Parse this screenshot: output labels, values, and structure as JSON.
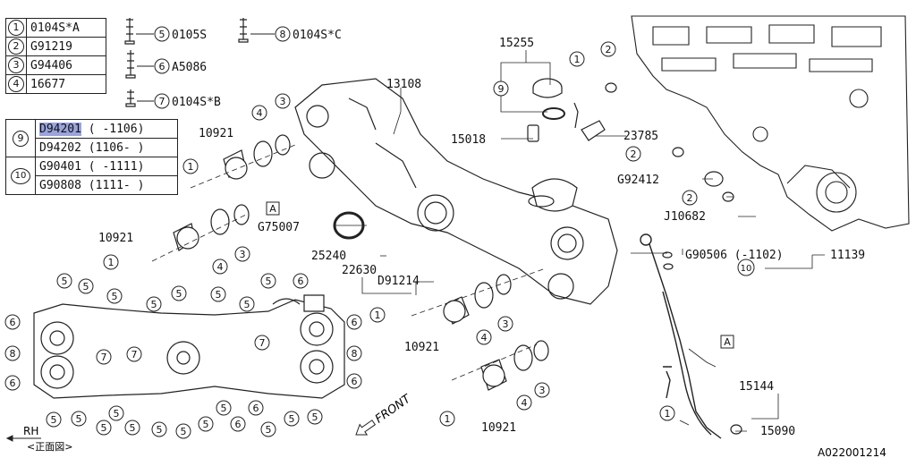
{
  "legend_top": [
    {
      "num": "1",
      "code": "0104S*A"
    },
    {
      "num": "2",
      "code": "G91219"
    },
    {
      "num": "3",
      "code": "G94406"
    },
    {
      "num": "4",
      "code": "16677"
    }
  ],
  "legend_var": [
    {
      "num": "9",
      "a": "D94201",
      "a_range": "( -1106)",
      "b": "D94202",
      "b_range": "(1106- )"
    },
    {
      "num": "10",
      "a": "G90401",
      "a_range": "( -1111)",
      "b": "G90808",
      "b_range": "(1111- )"
    }
  ],
  "bolt_refs": [
    {
      "num": "5",
      "code": "0105S"
    },
    {
      "num": "6",
      "code": "A5086"
    },
    {
      "num": "7",
      "code": "0104S*B"
    },
    {
      "num": "8",
      "code": "0104S*C"
    }
  ],
  "labels": {
    "p15255": "15255",
    "p13108": "13108",
    "p15018": "15018",
    "p23785": "23785",
    "p10921a": "10921",
    "p10921b": "10921",
    "p10921c": "10921",
    "p10921d": "10921",
    "pG92412": "G92412",
    "pJ10682": "J10682",
    "pG75007": "G75007",
    "p25240": "25240",
    "p22630": "22630",
    "pD91214": "D91214",
    "pG90506": "G90506 (-1102)",
    "p11139": "11139",
    "p15144": "15144",
    "p15090": "15090",
    "ref_a1": "A",
    "ref_a2": "A",
    "front": "FRONT",
    "rh": "RH",
    "front_view": "<正面図>",
    "drawing_no": "A022001214"
  },
  "callouts": {
    "c9": "9",
    "c1a": "1",
    "c2a": "2",
    "c4a": "4",
    "c3a": "3",
    "c1b": "1",
    "c1c": "1",
    "c4b": "4",
    "c3b": "3",
    "c2b": "2",
    "c2c": "2",
    "c10": "10",
    "c1d": "1",
    "c4c": "4",
    "c3c": "3",
    "c4d": "4",
    "c3d": "3",
    "c1e": "1",
    "c1f": "1"
  }
}
